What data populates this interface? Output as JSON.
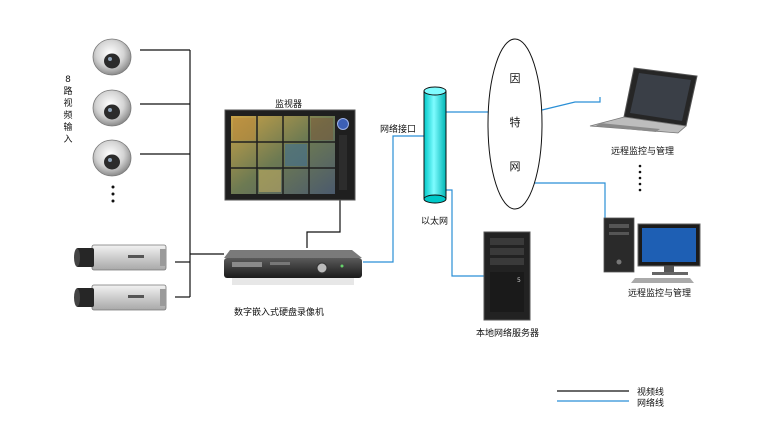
{
  "inputs_label": "8路视频输入",
  "monitor_label": "监视器",
  "dvr_label": "数字嵌入式硬盘录像机",
  "network_port_label": "网络接口",
  "ethernet_label": "以太网",
  "internet_label": [
    "因",
    "特",
    "网"
  ],
  "server_label": "本地网络服务器",
  "remote_laptop_label": "远程监控与管理",
  "remote_desktop_label": "远程监控与管理",
  "legend": [
    {
      "label": "视频线",
      "color": "#111111"
    },
    {
      "label": "网络线",
      "color": "#2a8fd6"
    }
  ],
  "colors": {
    "video_line": "#111111",
    "network_line": "#2a8fd6",
    "ethernet_fill": "#00e5e5"
  }
}
